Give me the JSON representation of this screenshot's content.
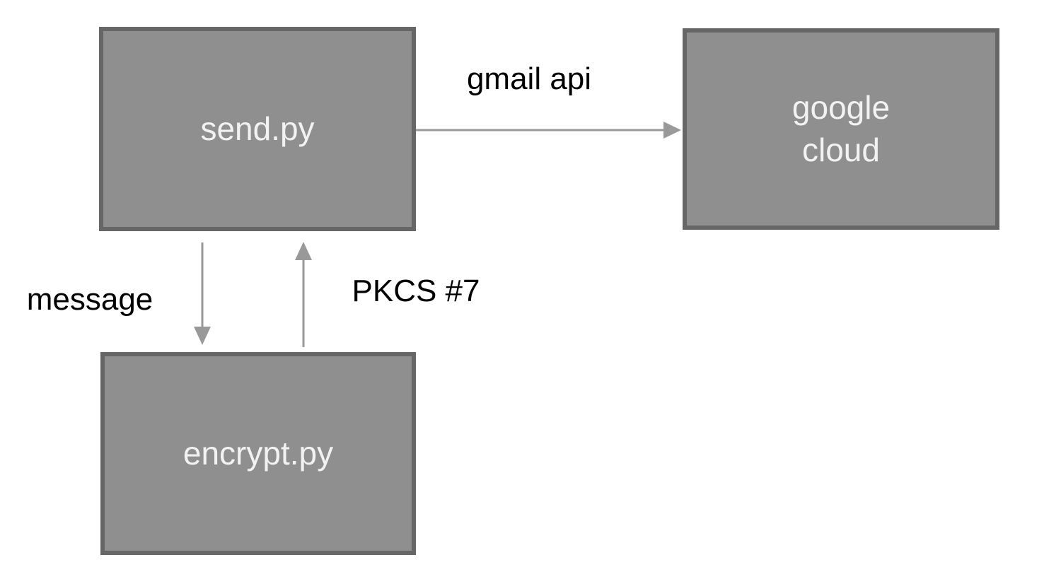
{
  "colors": {
    "background": "#ffffff",
    "node_fill": "#8f8f8f",
    "node_border": "#666666",
    "node_text": "#f2f2f2",
    "arrow": "#999999",
    "edge_label_text": "#000000"
  },
  "nodes": {
    "send": {
      "label": "send.py"
    },
    "google_cloud": {
      "label": "google\ncloud"
    },
    "encrypt": {
      "label": "encrypt.py"
    }
  },
  "edges": {
    "gmail_api": {
      "label": "gmail api",
      "from": "send.py",
      "to": "google cloud",
      "direction": "right"
    },
    "message": {
      "label": "message",
      "from": "send.py",
      "to": "encrypt.py",
      "direction": "down"
    },
    "pkcs7": {
      "label": "PKCS #7",
      "from": "encrypt.py",
      "to": "send.py",
      "direction": "up"
    }
  }
}
